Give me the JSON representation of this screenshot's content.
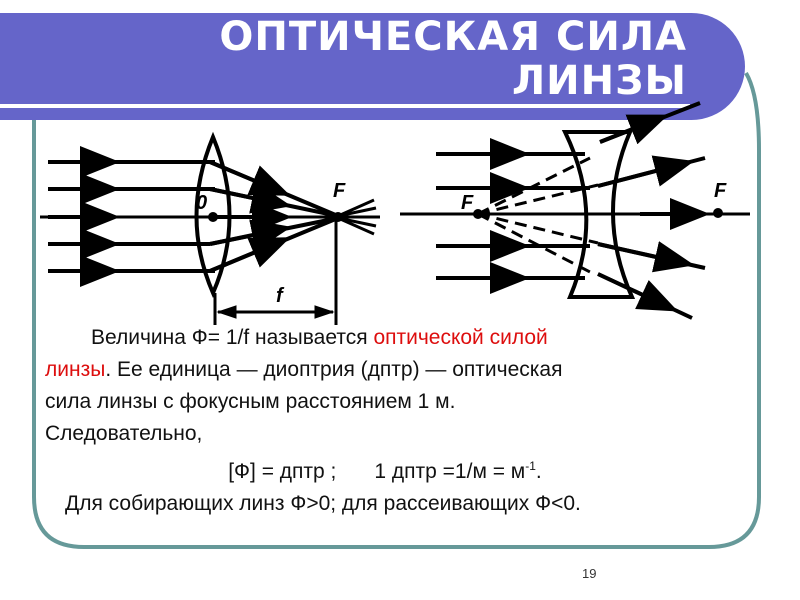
{
  "slide": {
    "title_line1": "ОПТИЧЕСКАЯ СИЛА",
    "title_line2": "ЛИНЗЫ",
    "page_number": "19",
    "colors": {
      "banner": "#6565c9",
      "frame": "#669999",
      "highlight": "#dd0e0e",
      "text": "#111111"
    }
  },
  "diagram": {
    "converging_lens": {
      "center_label": "0",
      "focus_label": "F",
      "focal_length_label": "f"
    },
    "diverging_lens": {
      "focus_left_label": "F",
      "focus_right_label": "F"
    }
  },
  "body": {
    "line1_prefix": "Величина Ф= 1/f  называется ",
    "line1_red": "оптической силой",
    "line2_red": "линзы",
    "line2_rest": ". Ее единица — диоптрия (дптр) — оптическая",
    "line3": "сила линзы с фокусным расстоянием 1 м.",
    "line4": "Следовательно,",
    "line5_a": "[Ф] = дптр ;",
    "line5_b": "1 дптр =1/м = м",
    "line5_sup": "-1",
    "line5_end": ".",
    "line6": "Для собирающих линз Ф>0; для рассеивающих Ф<0."
  }
}
